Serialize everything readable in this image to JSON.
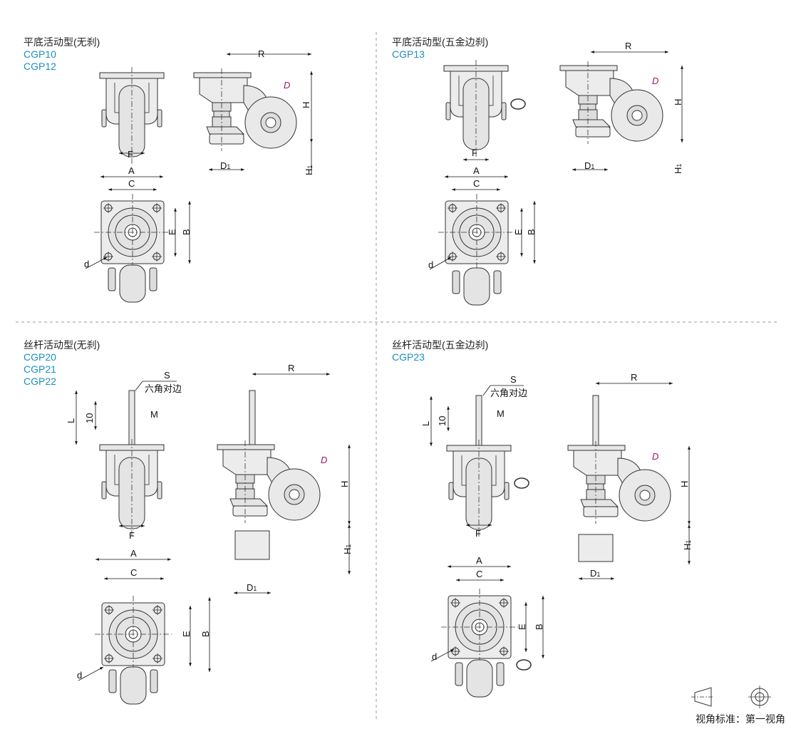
{
  "panels": [
    {
      "title": "平底活动型(无刹)",
      "codes": [
        "CGP10",
        "CGP12"
      ]
    },
    {
      "title": "平底活动型(五金边刹)",
      "codes": [
        "CGP13"
      ]
    },
    {
      "title": "丝杆活动型(无刹)",
      "codes": [
        "CGP20",
        "CGP21",
        "CGP22"
      ]
    },
    {
      "title": "丝杆活动型(五金边刹)",
      "codes": [
        "CGP23"
      ]
    }
  ],
  "dims": {
    "A": "A",
    "B": "B",
    "C": "C",
    "D": "D",
    "D1": "D",
    "D1_sub": "1",
    "E": "E",
    "F": "F",
    "H": "H",
    "H1": "H",
    "H1_sub": "1",
    "R": "R",
    "d": "d",
    "S": "S",
    "M": "M",
    "L": "L",
    "ten": "10",
    "hex": "六角对边"
  },
  "standard": "视角标准：第一视角",
  "colors": {
    "accent": "#1a8fc2",
    "line": "#111111",
    "fill": "#e7e7e7",
    "symbol": "#a0166d"
  }
}
